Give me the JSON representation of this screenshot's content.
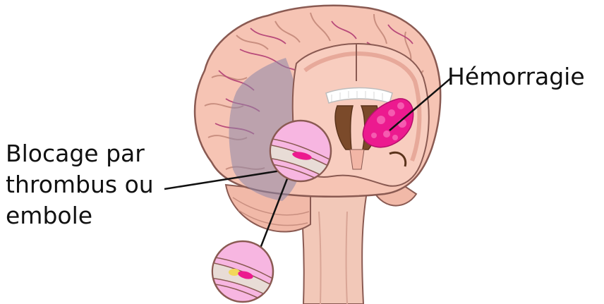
{
  "labels": {
    "hemorrhage": "Hémorragie",
    "blockage": [
      "Blocage par",
      "thrombus ou",
      "embole"
    ]
  },
  "colors": {
    "brain": "#f6c4b4",
    "brain_outline": "#8a5a52",
    "vessel": "#b84a7a",
    "ischemic_area": "#8c86a8",
    "hemorrhage": "#ec1a8f",
    "magnifier": "#f7b6e1",
    "brainstem": "#f2c8b8",
    "leader_line": "#111111"
  }
}
